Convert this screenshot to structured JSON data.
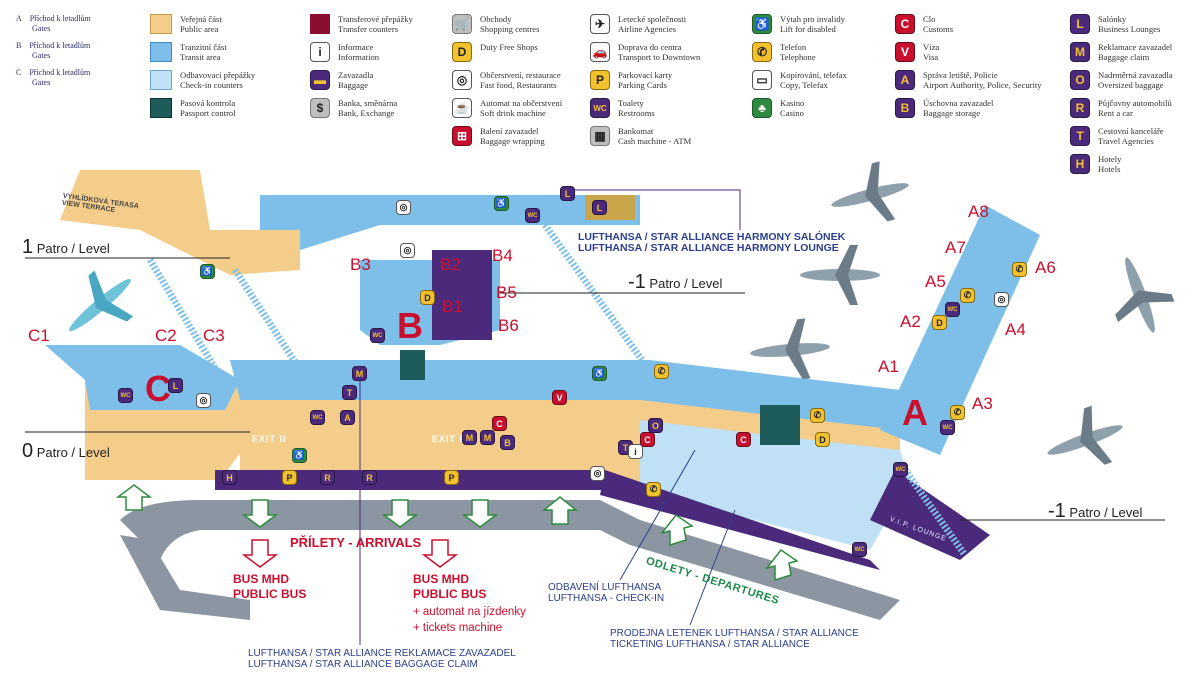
{
  "legend": {
    "gates": [
      {
        "letter": "A",
        "cz": "Příchod k letadlům",
        "en": "Gates"
      },
      {
        "letter": "B",
        "cz": "Příchod k letadlům",
        "en": "Gates"
      },
      {
        "letter": "C",
        "cz": "Příchod k letadlům",
        "en": "Gates"
      }
    ],
    "areas": [
      {
        "cz": "Veřejná část",
        "en": "Public area",
        "color": "#f5cd8a"
      },
      {
        "cz": "Tranzitní část",
        "en": "Transit area",
        "color": "#7dbfe8"
      },
      {
        "cz": "Odbavovací přepážky",
        "en": "Check-in counters",
        "color": "#bfe0f5"
      },
      {
        "cz": "Pasová kontrola",
        "en": "Passport control",
        "color": "#1e5b5b"
      }
    ],
    "col3": [
      {
        "cz": "Transferové přepážky",
        "en": "Transfer counters",
        "icon": "transfer-counter-icon",
        "glyph": "",
        "style": "maroon"
      },
      {
        "cz": "Informace",
        "en": "Information",
        "icon": "information-icon",
        "glyph": "i",
        "style": "white"
      },
      {
        "cz": "Zavazadla",
        "en": "Baggage",
        "icon": "baggage-icon",
        "glyph": "▬",
        "style": "purple"
      },
      {
        "cz": "Banka, směnárna",
        "en": "Bank, Exchange",
        "icon": "bank-exchange-icon",
        "glyph": "$",
        "style": "gray"
      }
    ],
    "col4": [
      {
        "cz": "Obchody",
        "en": "Shopping centres",
        "icon": "shopping-cart-icon",
        "glyph": "🛒",
        "style": "gray"
      },
      {
        "cz": "",
        "en": "Duty Free Shops",
        "icon": "duty-free-icon",
        "glyph": "D",
        "style": "yellow"
      },
      {
        "cz": "Občerstvení, restaurace",
        "en": "Fast food, Restaurants",
        "icon": "restaurant-icon",
        "glyph": "◎",
        "style": "white"
      },
      {
        "cz": "Automat na občerstvení",
        "en": "Soft drink machine",
        "icon": "soft-drink-machine-icon",
        "glyph": "☕",
        "style": "white"
      },
      {
        "cz": "Balení zavazadel",
        "en": "Baggage wrapping",
        "icon": "baggage-wrapping-icon",
        "glyph": "⊞",
        "style": "red"
      }
    ],
    "col5": [
      {
        "cz": "Letecké společnosti",
        "en": "Airline Agencies",
        "icon": "airline-agency-icon",
        "glyph": "✈",
        "style": "white"
      },
      {
        "cz": "Doprava do centra",
        "en": "Transport to Downtown",
        "icon": "transport-car-icon",
        "glyph": "🚗",
        "style": "white"
      },
      {
        "cz": "Parkovací karty",
        "en": "Parking Cards",
        "icon": "parking-card-icon",
        "glyph": "P",
        "style": "yellow"
      },
      {
        "cz": "Toalety",
        "en": "Restrooms",
        "icon": "restroom-icon",
        "glyph": "WC",
        "style": "purple"
      },
      {
        "cz": "Bankomat",
        "en": "Cash machine - ATM",
        "icon": "atm-icon",
        "glyph": "▦",
        "style": "gray"
      }
    ],
    "col6": [
      {
        "cz": "Výtah pro invalidy",
        "en": "Lift for disabled",
        "icon": "wheelchair-lift-icon",
        "glyph": "♿",
        "style": "green"
      },
      {
        "cz": "Telefon",
        "en": "Telephone",
        "icon": "telephone-icon",
        "glyph": "✆",
        "style": "yellow"
      },
      {
        "cz": "Kopírování, telefax",
        "en": "Copy, Telefax",
        "icon": "copy-telefax-icon",
        "glyph": "▭",
        "style": "white"
      },
      {
        "cz": "Kasino",
        "en": "Casino",
        "icon": "casino-icon",
        "glyph": "♣",
        "style": "green"
      }
    ],
    "col7": [
      {
        "cz": "Clo",
        "en": "Customs",
        "icon": "customs-icon",
        "glyph": "C",
        "style": "red"
      },
      {
        "cz": "Víza",
        "en": "Visa",
        "icon": "visa-icon",
        "glyph": "V",
        "style": "red"
      },
      {
        "cz": "Správa letiště, Policie",
        "en": "Airport Authority, Police, Security",
        "icon": "airport-authority-icon",
        "glyph": "A",
        "style": "purple"
      },
      {
        "cz": "Úschovna zavazadel",
        "en": "Baggage storage",
        "icon": "baggage-storage-icon",
        "glyph": "B",
        "style": "purple"
      }
    ],
    "col8": [
      {
        "cz": "Salónky",
        "en": "Business Lounges",
        "icon": "business-lounge-icon",
        "glyph": "L",
        "style": "purple"
      },
      {
        "cz": "Reklamace zavazadel",
        "en": "Baggage claim",
        "icon": "baggage-claim-icon",
        "glyph": "M",
        "style": "purple"
      },
      {
        "cz": "Nadrměrná zavazadla",
        "en": "Oversized baggage",
        "icon": "oversized-baggage-icon",
        "glyph": "O",
        "style": "purple"
      },
      {
        "cz": "Půjčovny automobilů",
        "en": "Rent a car",
        "icon": "rent-a-car-icon",
        "glyph": "R",
        "style": "purple"
      },
      {
        "cz": "Cestovní kanceláře",
        "en": "Travel Agencies",
        "icon": "travel-agency-icon",
        "glyph": "T",
        "style": "purple"
      },
      {
        "cz": "Hotely",
        "en": "Hotels",
        "icon": "hotel-icon",
        "glyph": "H",
        "style": "purple"
      }
    ]
  },
  "map": {
    "gates": {
      "a1": "A1",
      "a2": "A2",
      "a3": "A3",
      "a4": "A4",
      "a5": "A5",
      "a6": "A6",
      "a7": "A7",
      "a8": "A8",
      "b1": "B1",
      "b2": "B2",
      "b3": "B3",
      "b4": "B4",
      "b5": "B5",
      "b6": "B6",
      "c1": "C1",
      "c2": "C2",
      "c3": "C3",
      "a_big": "A",
      "b_big": "B",
      "c_big": "C"
    },
    "levels": {
      "level1": {
        "num": "1",
        "text": "Patro / Level"
      },
      "level0": {
        "num": "0",
        "text": "Patro / Level"
      },
      "level_minus1_b": {
        "num": "-1",
        "text": "Patro / Level"
      },
      "level_minus1_a": {
        "num": "-1",
        "text": "Patro / Level"
      }
    },
    "view_terrace": {
      "cz": "VYHLÍDKOVÁ TERASA",
      "en": "VIEW TERRACE"
    },
    "lounge": {
      "cz": "LUFTHANSA / STAR ALLIANCE HARMONY SALÓNEK",
      "en": "LUFTHANSA / STAR ALLIANCE HARMONY LOUNGE"
    },
    "arrivals": "PŘÍLETY - ARRIVALS",
    "departures": "ODLETY - DEPARTURES",
    "bus_left": {
      "l1": "BUS MHD",
      "l2": "PUBLIC BUS"
    },
    "bus_right": {
      "l1": "BUS MHD",
      "l2": "PUBLIC BUS",
      "l3": "+ automat na jízdenky",
      "l4": "+ tickets machine"
    },
    "checkin": {
      "cz": "ODBAVENÍ LUFTHANSA",
      "en": "LUFTHANSA - CHECK-IN"
    },
    "ticketing": {
      "cz": "PRODEJNA LETENEK LUFTHANSA / STAR ALLIANCE",
      "en": "TICKETING LUFTHANSA / STAR ALLIANCE"
    },
    "baggage_claim": {
      "cz": "LUFTHANSA / STAR ALLIANCE REKLAMACE ZAVAZADEL",
      "en": "LUFTHANSA / STAR ALLIANCE BAGGAGE CLAIM"
    },
    "exit1": "EXIT II",
    "exit2": "EXIT I",
    "vip": "V.I.P. LOUNGE"
  }
}
